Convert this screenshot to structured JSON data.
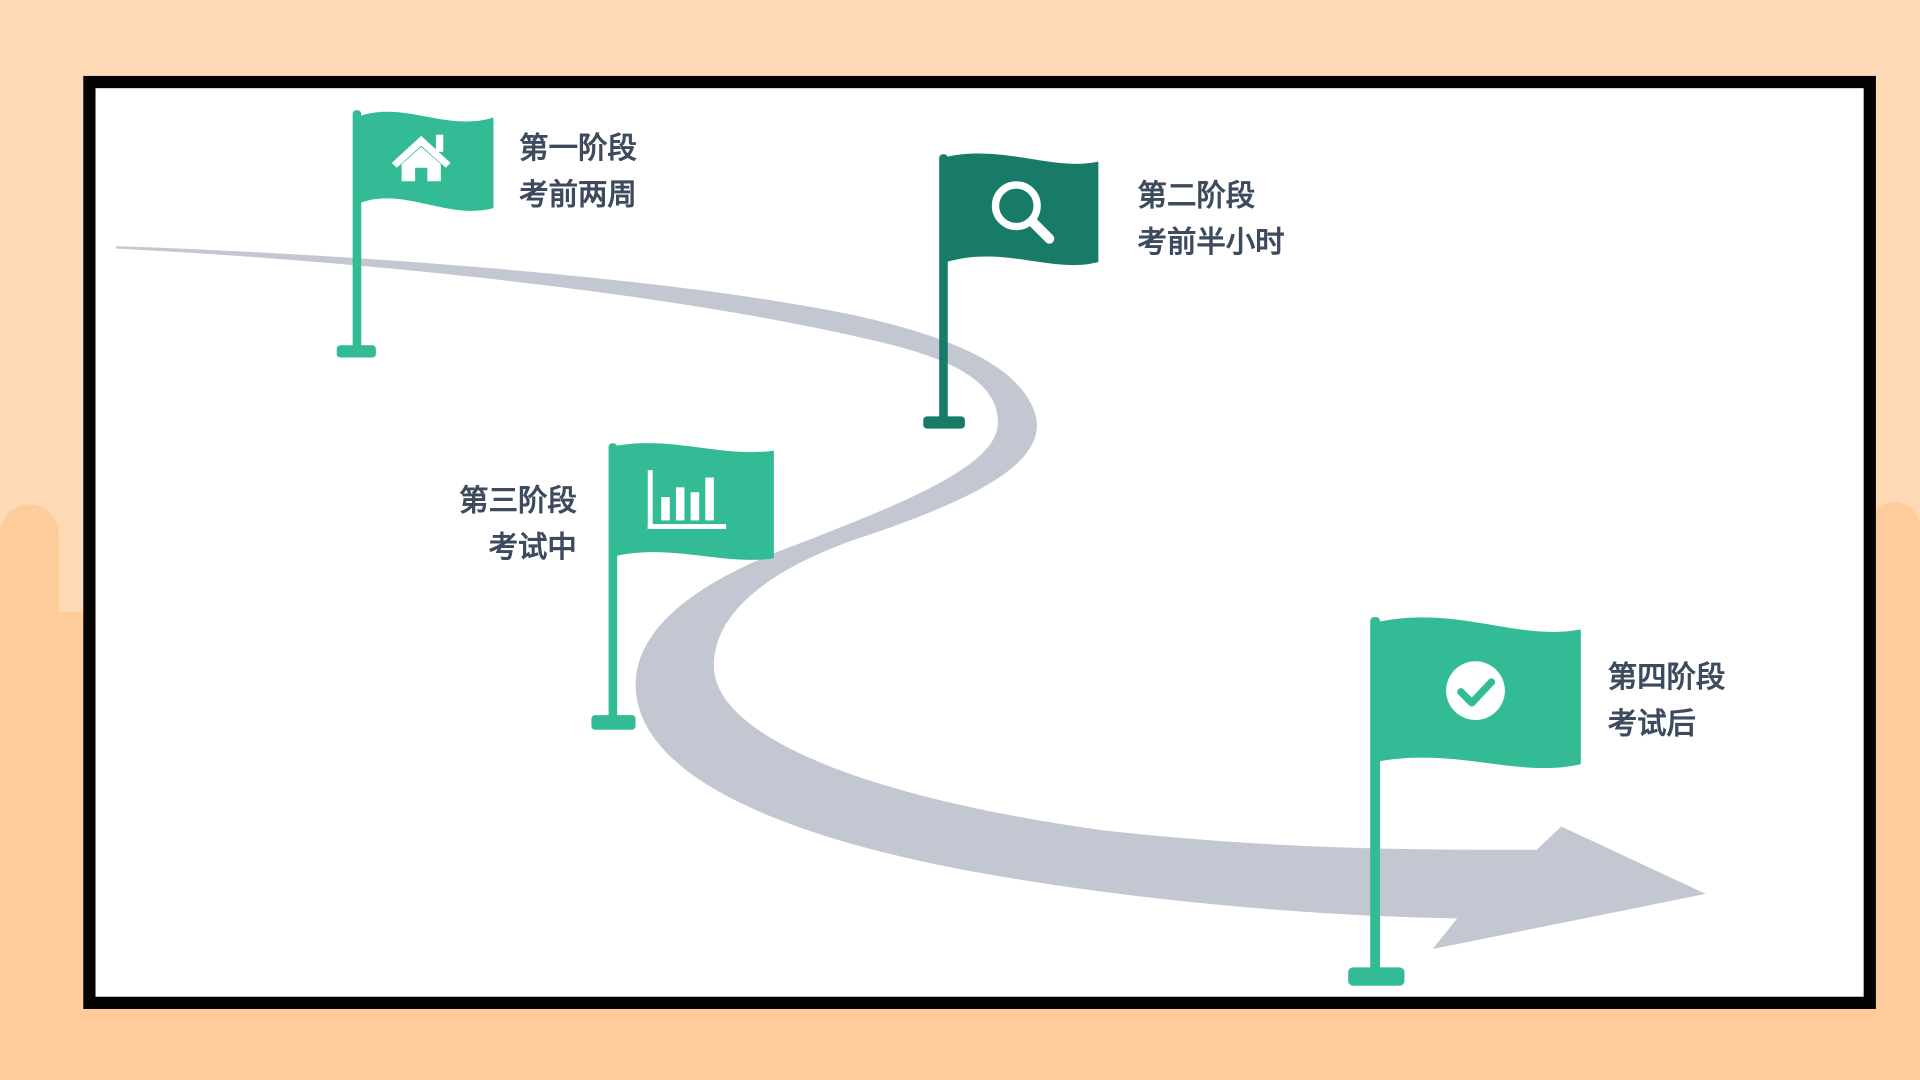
{
  "colors": {
    "flag_green": "#33bb96",
    "flag_dark": "#177b67",
    "road": "#c2c7d1",
    "text": "#3e4a5d",
    "frame": "#050203",
    "background_light": "#fed9b6",
    "background_dark": "#fecb9a"
  },
  "stages": [
    {
      "title": "第一阶段",
      "subtitle": "考前两周",
      "icon": "home-icon"
    },
    {
      "title": "第二阶段",
      "subtitle": "考前半小时",
      "icon": "search-icon"
    },
    {
      "title": "第三阶段",
      "subtitle": "考试中",
      "icon": "bar-chart-icon"
    },
    {
      "title": "第四阶段",
      "subtitle": "考试后",
      "icon": "check-circle-icon"
    }
  ]
}
